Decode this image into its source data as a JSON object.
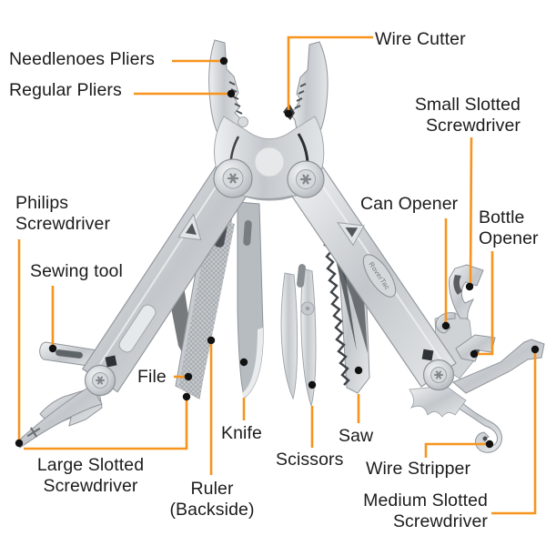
{
  "brand": "RoverTac",
  "colors": {
    "accent_orange": "#F7941D",
    "label_text": "#1C1C1C",
    "dot_black": "#111111",
    "steel": "#C9CDD1"
  },
  "labels": {
    "needlenose_pliers": "Needlenoes Pliers",
    "regular_pliers": "Regular Pliers",
    "wire_cutter": "Wire Cutter",
    "small_slotted_screwdriver": "Small Slotted\nScrewdriver",
    "can_opener": "Can Opener",
    "bottle_opener": "Bottle\nOpener",
    "philips_screwdriver": "Philips\nScrewdriver",
    "sewing_tool": "Sewing tool",
    "file": "File",
    "large_slotted_screwdriver": "Large Slotted\nScrewdriver",
    "ruler_backside": "Ruler\n(Backside)",
    "knife": "Knife",
    "scissors": "Scissors",
    "saw": "Saw",
    "wire_stripper": "Wire Stripper",
    "medium_slotted_screwdriver": "Medium Slotted\nScrewdriver"
  }
}
